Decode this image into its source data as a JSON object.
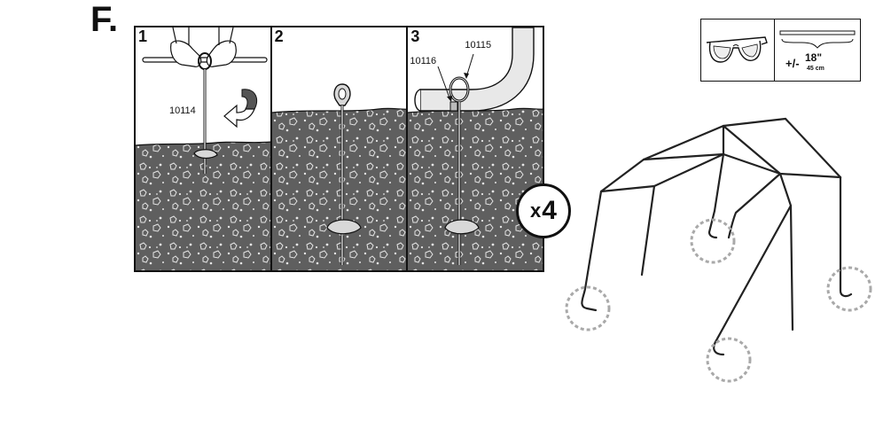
{
  "step_letter": "F.",
  "panels": [
    {
      "number": "1",
      "labels": [
        "10114"
      ]
    },
    {
      "number": "2",
      "labels": []
    },
    {
      "number": "3",
      "labels": [
        "10115",
        "10116"
      ]
    }
  ],
  "count": {
    "prefix": "x",
    "value": "4"
  },
  "tools": {
    "glasses_icon": "safety-glasses-icon",
    "measure_icon": "measuring-rod-icon",
    "measure_pm": "+/-",
    "measure_value": "18\"",
    "measure_metric": "45 cm"
  },
  "frame_icon": "carport-frame-icon",
  "highlight_color": "#a9a9a9",
  "soil_color": "#5f5f5f"
}
